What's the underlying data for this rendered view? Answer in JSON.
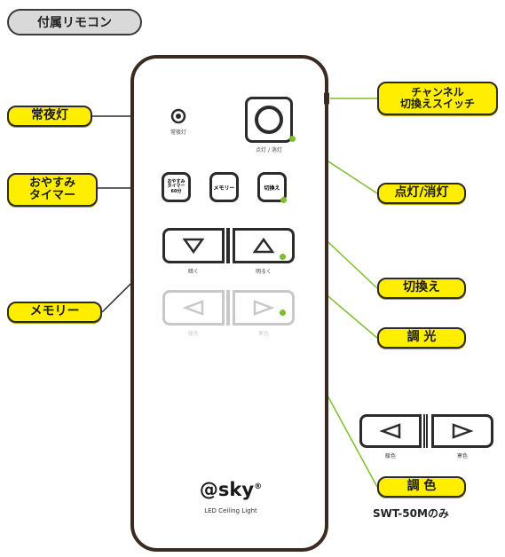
{
  "title": "付属リモコン",
  "colors": {
    "callout_fill": "#ffee00",
    "leader_line": "#7cbf2b",
    "outline": "#3a2a20"
  },
  "callouts": {
    "night_light": "常夜灯",
    "sleep_timer": "おやすみ\nタイマー",
    "memory": "メモリー",
    "channel_switch": "チャンネル\n切換えスイッチ",
    "on_off": "点灯/消灯",
    "switch_mode": "切換え",
    "dimming": "調 光",
    "color_tone": "調 色"
  },
  "remote": {
    "night_light_label": "常夜灯",
    "power_label": "点灯 / 消灯",
    "timer_label": "おやすみ\nタイマー\n60分",
    "memory_label": "メモリー",
    "switch_label": "切換え",
    "dim_down_label": "暗く",
    "dim_up_label": "明るく",
    "brand": "@sky",
    "brand_mark": "®",
    "subtitle": "LED Ceiling Light"
  },
  "inset": {
    "left_label": "暖色",
    "right_label": "寒色",
    "model_note": "SWT-50Mのみ"
  },
  "icons": [
    "bulb-icon",
    "power-ring-icon",
    "triangle-down-icon",
    "triangle-up-icon",
    "triangle-left-icon",
    "triangle-right-icon"
  ]
}
